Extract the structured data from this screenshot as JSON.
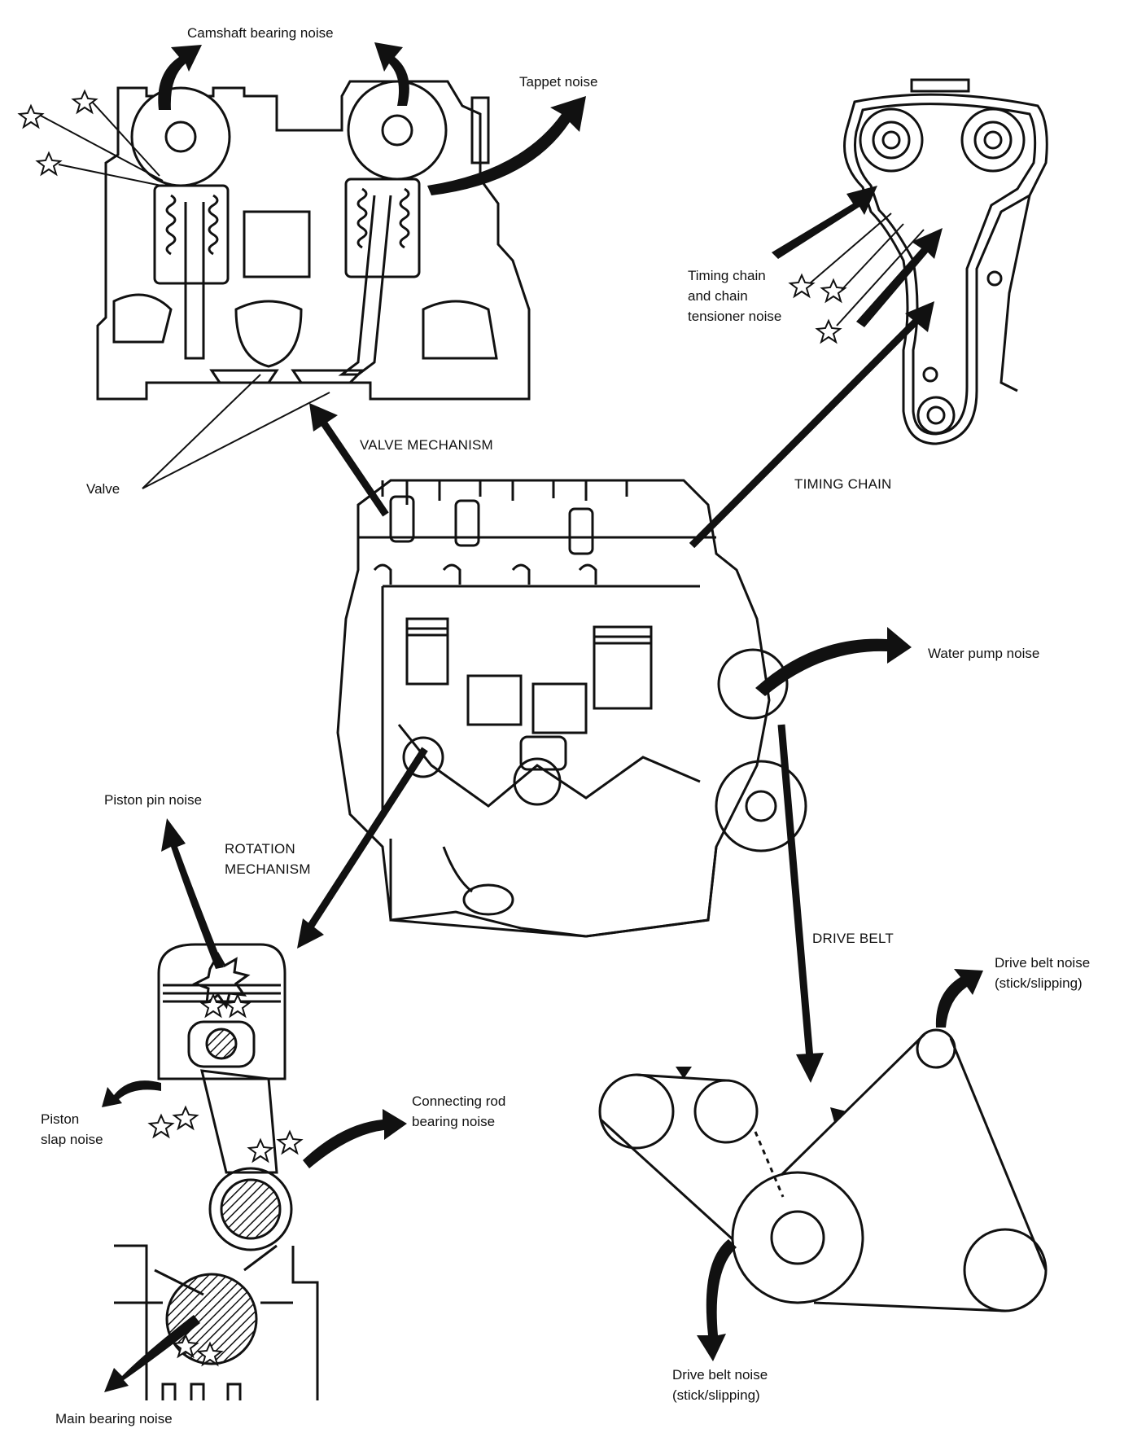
{
  "labels": {
    "camshaft_bearing_noise": "Camshaft bearing noise",
    "tappet_noise": "Tappet noise",
    "valve": "Valve",
    "valve_mechanism": "VALVE MECHANISM",
    "timing_chain_noise_line1": "Timing chain",
    "timing_chain_noise_line2": "and chain",
    "timing_chain_noise_line3": "tensioner noise",
    "timing_chain": "TIMING CHAIN",
    "water_pump_noise": "Water pump noise",
    "piston_pin_noise": "Piston pin noise",
    "rotation_mechanism_line1": "ROTATION",
    "rotation_mechanism_line2": "MECHANISM",
    "drive_belt": "DRIVE BELT",
    "drive_belt_noise_top_line1": "Drive belt noise",
    "drive_belt_noise_top_line2": "(stick/slipping)",
    "connecting_rod_line1": "Connecting rod",
    "connecting_rod_line2": "bearing noise",
    "piston_slap_line1": "Piston",
    "piston_slap_line2": "slap noise",
    "drive_belt_noise_bottom_line1": "Drive belt noise",
    "drive_belt_noise_bottom_line2": "(stick/slipping)",
    "main_bearing_noise": "Main bearing noise"
  },
  "colors": {
    "ink": "#111111",
    "paper": "#ffffff"
  }
}
